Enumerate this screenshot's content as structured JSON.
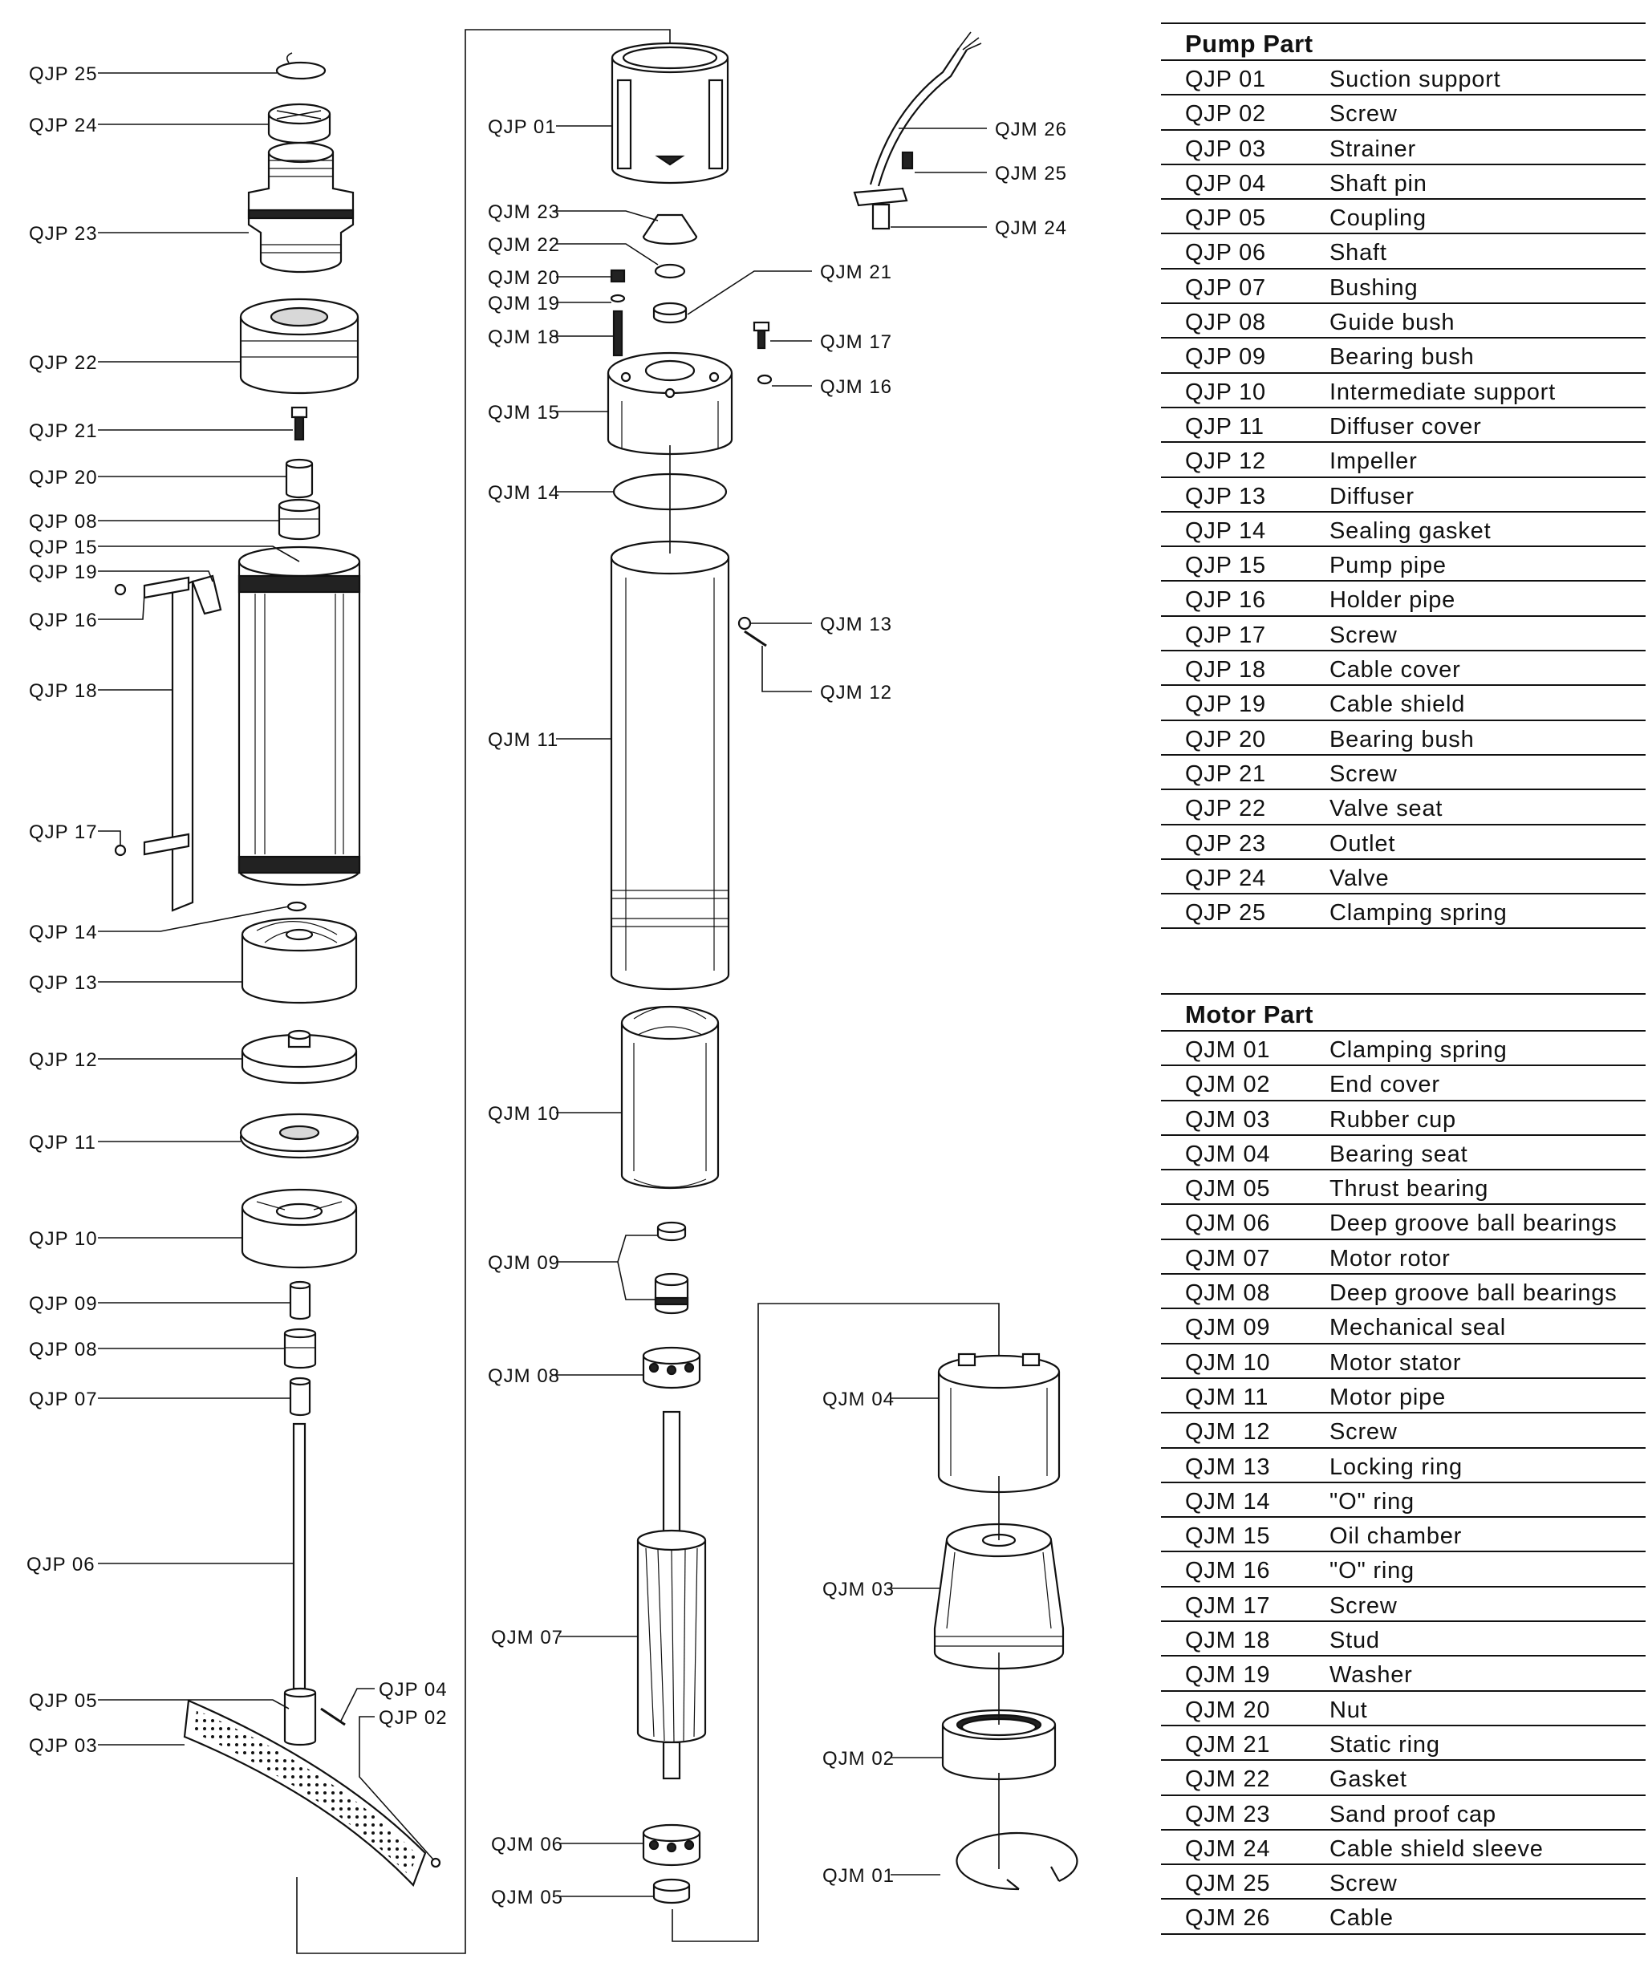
{
  "pump_table": {
    "title": "Pump Part",
    "rows": [
      {
        "code": "QJP 01",
        "name": "Suction support"
      },
      {
        "code": "QJP 02",
        "name": "Screw"
      },
      {
        "code": "QJP 03",
        "name": "Strainer"
      },
      {
        "code": "QJP 04",
        "name": "Shaft pin"
      },
      {
        "code": "QJP 05",
        "name": "Coupling"
      },
      {
        "code": "QJP 06",
        "name": "Shaft"
      },
      {
        "code": "QJP 07",
        "name": "Bushing"
      },
      {
        "code": "QJP 08",
        "name": "Guide bush"
      },
      {
        "code": "QJP 09",
        "name": "Bearing bush"
      },
      {
        "code": "QJP 10",
        "name": "Intermediate support"
      },
      {
        "code": "QJP 11",
        "name": "Diffuser cover"
      },
      {
        "code": "QJP 12",
        "name": "Impeller"
      },
      {
        "code": "QJP 13",
        "name": "Diffuser"
      },
      {
        "code": "QJP 14",
        "name": "Sealing gasket"
      },
      {
        "code": "QJP 15",
        "name": "Pump pipe"
      },
      {
        "code": "QJP 16",
        "name": "Holder pipe"
      },
      {
        "code": "QJP 17",
        "name": "Screw"
      },
      {
        "code": "QJP 18",
        "name": "Cable cover"
      },
      {
        "code": "QJP 19",
        "name": "Cable shield"
      },
      {
        "code": "QJP 20",
        "name": "Bearing bush"
      },
      {
        "code": "QJP 21",
        "name": "Screw"
      },
      {
        "code": "QJP 22",
        "name": "Valve seat"
      },
      {
        "code": "QJP 23",
        "name": "Outlet"
      },
      {
        "code": "QJP 24",
        "name": "Valve"
      },
      {
        "code": "QJP 25",
        "name": "Clamping spring"
      }
    ]
  },
  "motor_table": {
    "title": "Motor Part",
    "rows": [
      {
        "code": "QJM 01",
        "name": "Clamping spring"
      },
      {
        "code": "QJM 02",
        "name": "End cover"
      },
      {
        "code": "QJM 03",
        "name": "Rubber cup"
      },
      {
        "code": "QJM 04",
        "name": "Bearing seat"
      },
      {
        "code": "QJM 05",
        "name": "Thrust bearing"
      },
      {
        "code": "QJM 06",
        "name": "Deep groove ball bearings"
      },
      {
        "code": "QJM 07",
        "name": "Motor rotor"
      },
      {
        "code": "QJM 08",
        "name": "Deep groove ball bearings"
      },
      {
        "code": "QJM 09",
        "name": "Mechanical seal"
      },
      {
        "code": "QJM 10",
        "name": "Motor stator"
      },
      {
        "code": "QJM 11",
        "name": "Motor pipe"
      },
      {
        "code": "QJM 12",
        "name": "Screw"
      },
      {
        "code": "QJM 13",
        "name": "Locking ring"
      },
      {
        "code": "QJM 14",
        "name": "\"O\" ring"
      },
      {
        "code": "QJM 15",
        "name": "Oil chamber"
      },
      {
        "code": "QJM 16",
        "name": "\"O\" ring"
      },
      {
        "code": "QJM 17",
        "name": "Screw"
      },
      {
        "code": "QJM 18",
        "name": "Stud"
      },
      {
        "code": "QJM 19",
        "name": "Washer"
      },
      {
        "code": "QJM 20",
        "name": "Nut"
      },
      {
        "code": "QJM 21",
        "name": "Static ring"
      },
      {
        "code": "QJM 22",
        "name": "Gasket"
      },
      {
        "code": "QJM 23",
        "name": "Sand proof cap"
      },
      {
        "code": "QJM 24",
        "name": "Cable shield sleeve"
      },
      {
        "code": "QJM 25",
        "name": "Screw"
      },
      {
        "code": "QJM 26",
        "name": "Cable"
      }
    ]
  },
  "callouts": {
    "qjp25": "QJP 25",
    "qjp24": "QJP 24",
    "qjp23": "QJP 23",
    "qjp22": "QJP 22",
    "qjp21": "QJP 21",
    "qjp20": "QJP 20",
    "qjp08a": "QJP 08",
    "qjp15": "QJP 15",
    "qjp19": "QJP 19",
    "qjp16": "QJP 16",
    "qjp18": "QJP 18",
    "qjp17": "QJP 17",
    "qjp14": "QJP 14",
    "qjp13": "QJP 13",
    "qjp12": "QJP 12",
    "qjp11": "QJP 11",
    "qjp10": "QJP 10",
    "qjp09": "QJP 09",
    "qjp08b": "QJP 08",
    "qjp07": "QJP 07",
    "qjp06": "QJP 06",
    "qjp05": "QJP 05",
    "qjp04": "QJP 04",
    "qjp02": "QJP 02",
    "qjp03": "QJP 03",
    "qjp01": "QJP 01",
    "qjm23": "QJM 23",
    "qjm22": "QJM 22",
    "qjm20": "QJM 20",
    "qjm19": "QJM 19",
    "qjm18": "QJM 18",
    "qjm15": "QJM 15",
    "qjm14": "QJM 14",
    "qjm11": "QJM 11",
    "qjm10": "QJM 10",
    "qjm09": "QJM 09",
    "qjm08": "QJM 08",
    "qjm07": "QJM 07",
    "qjm06": "QJM 06",
    "qjm05": "QJM 05",
    "qjm26": "QJM 26",
    "qjm25": "QJM 25",
    "qjm24": "QJM 24",
    "qjm21": "QJM 21",
    "qjm17": "QJM 17",
    "qjm16": "QJM 16",
    "qjm13": "QJM 13",
    "qjm12": "QJM 12",
    "qjm04": "QJM 04",
    "qjm03": "QJM 03",
    "qjm02": "QJM 02",
    "qjm01": "QJM 01"
  }
}
